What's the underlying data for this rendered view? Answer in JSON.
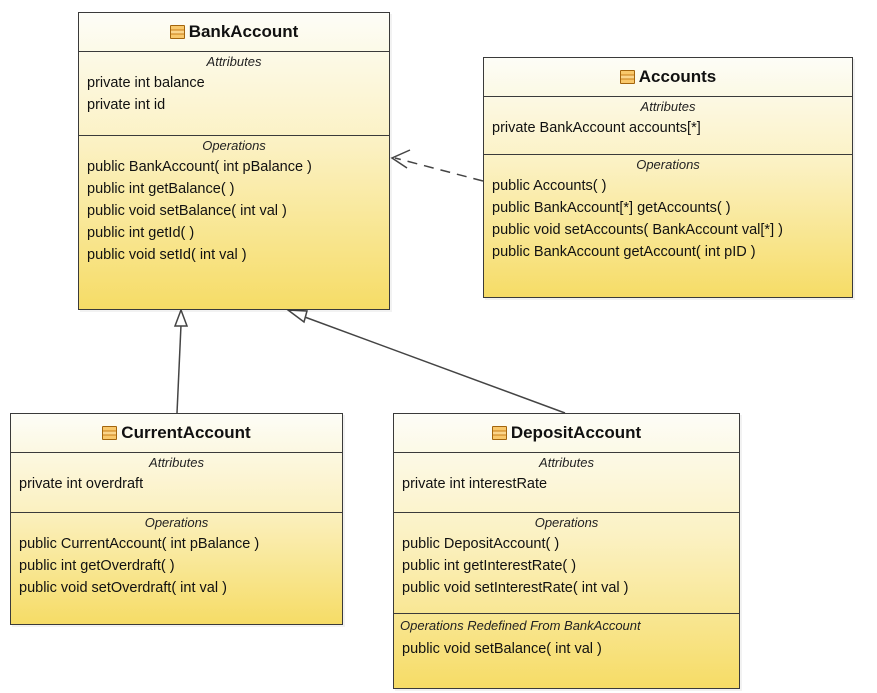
{
  "diagram": {
    "classes": [
      {
        "name": "BankAccount",
        "sections": [
          {
            "title": "Attributes",
            "items": [
              "private int balance",
              "private int id"
            ]
          },
          {
            "title": "Operations",
            "items": [
              "public BankAccount( int pBalance )",
              "public int  getBalance( )",
              "public void  setBalance( int val )",
              "public int  getId( )",
              "public void  setId( int val )"
            ]
          }
        ]
      },
      {
        "name": "Accounts",
        "sections": [
          {
            "title": "Attributes",
            "items": [
              "private BankAccount accounts[*]"
            ]
          },
          {
            "title": "Operations",
            "items": [
              "public Accounts( )",
              "public BankAccount[*]  getAccounts( )",
              "public void  setAccounts( BankAccount val[*] )",
              "public BankAccount  getAccount( int pID )"
            ]
          }
        ]
      },
      {
        "name": "CurrentAccount",
        "sections": [
          {
            "title": "Attributes",
            "items": [
              "private int overdraft"
            ]
          },
          {
            "title": "Operations",
            "items": [
              "public CurrentAccount( int pBalance )",
              "public int  getOverdraft( )",
              "public void  setOverdraft( int val )"
            ]
          }
        ]
      },
      {
        "name": "DepositAccount",
        "sections": [
          {
            "title": "Attributes",
            "items": [
              "private int interestRate"
            ]
          },
          {
            "title": "Operations",
            "items": [
              "public DepositAccount( )",
              "public int  getInterestRate( )",
              "public void  setInterestRate( int val )"
            ]
          },
          {
            "title": "Operations Redefined From BankAccount",
            "items": [
              "public void  setBalance( int val )"
            ]
          }
        ]
      }
    ],
    "relations": [
      {
        "type": "dependency",
        "from": "Accounts",
        "to": "BankAccount"
      },
      {
        "type": "generalization",
        "from": "CurrentAccount",
        "to": "BankAccount"
      },
      {
        "type": "generalization",
        "from": "DepositAccount",
        "to": "BankAccount"
      }
    ],
    "colors": {
      "border": "#3a3a3a",
      "fill_top": "#fdfdf7",
      "fill_bottom": "#f6dc66",
      "icon": "#e9a93a",
      "line": "#444444"
    },
    "icons": [
      "class-icon"
    ]
  }
}
